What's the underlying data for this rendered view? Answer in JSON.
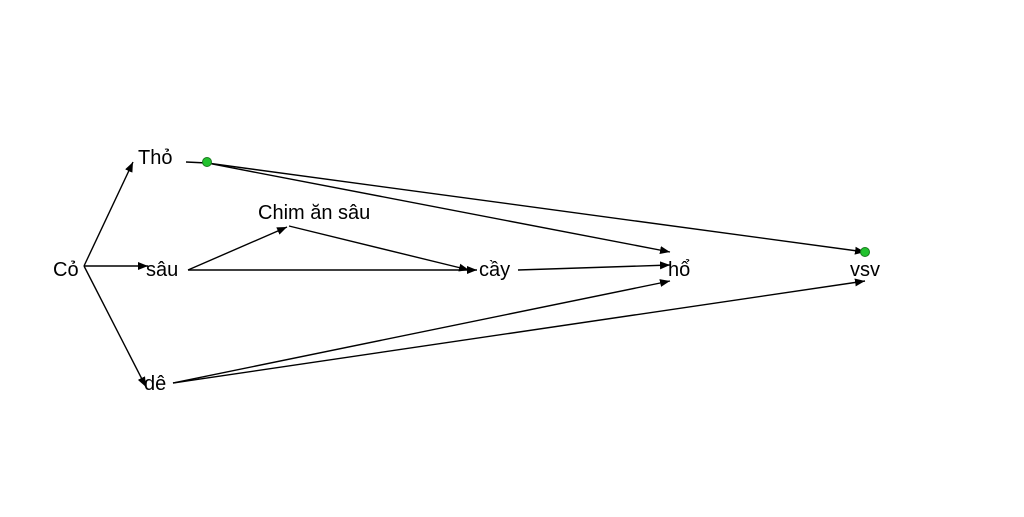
{
  "diagram": {
    "nodes": {
      "co": "Cỏ",
      "tho": "Thỏ",
      "sau": "sâu",
      "de": "dê",
      "chim": "Chim ăn sâu",
      "cay": "cầy",
      "ho": "hổ",
      "vsv": "vsv"
    },
    "edges": [
      {
        "from": "co",
        "to": "tho"
      },
      {
        "from": "co",
        "to": "sau"
      },
      {
        "from": "co",
        "to": "de"
      },
      {
        "from": "sau",
        "to": "chim"
      },
      {
        "from": "sau",
        "to": "cay"
      },
      {
        "from": "chim",
        "to": "cay"
      },
      {
        "from": "cay",
        "to": "ho"
      },
      {
        "from": "tho",
        "to": "ho"
      },
      {
        "from": "tho",
        "to": "vsv"
      },
      {
        "from": "de",
        "to": "ho"
      },
      {
        "from": "de",
        "to": "vsv"
      }
    ],
    "colors": {
      "stroke": "#000000",
      "handle": "#22c22e"
    }
  }
}
